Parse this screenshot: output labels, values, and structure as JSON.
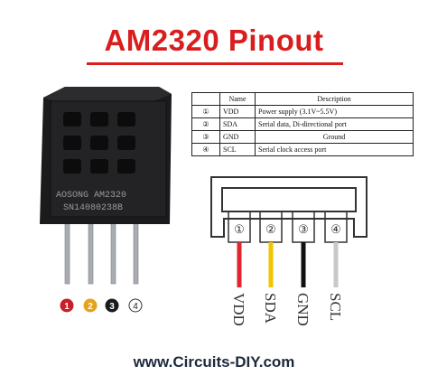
{
  "title": "AM2320 Pinout",
  "table": {
    "headers": [
      "",
      "Name",
      "Description"
    ],
    "rows": [
      {
        "num": "①",
        "name": "VDD",
        "desc": "Power supply  (3.1V~5.5V)"
      },
      {
        "num": "②",
        "name": "SDA",
        "desc": "Serial data, Di-directional port"
      },
      {
        "num": "③",
        "name": "GND",
        "desc": "Ground"
      },
      {
        "num": "④",
        "name": "SCL",
        "desc": "Serial clock access port"
      }
    ]
  },
  "sensor": {
    "marking_line1": "AOSONG AM2320",
    "marking_line2": "SN14080238B",
    "pin_numbers": [
      "1",
      "2",
      "3",
      "4"
    ],
    "pin_badge_colors": [
      "#c8202a",
      "#e6a21c",
      "#1a1a1a",
      "#ffffff"
    ]
  },
  "connector": {
    "pin_numbers": [
      "①",
      "②",
      "③",
      "④"
    ],
    "wire_labels": [
      "VDD",
      "SDA",
      "GND",
      "SCL"
    ],
    "wire_colors": [
      "#e0262a",
      "#f2c500",
      "#111111",
      "#c8c8c8"
    ]
  },
  "footer": "www.Circuits-DIY.com"
}
